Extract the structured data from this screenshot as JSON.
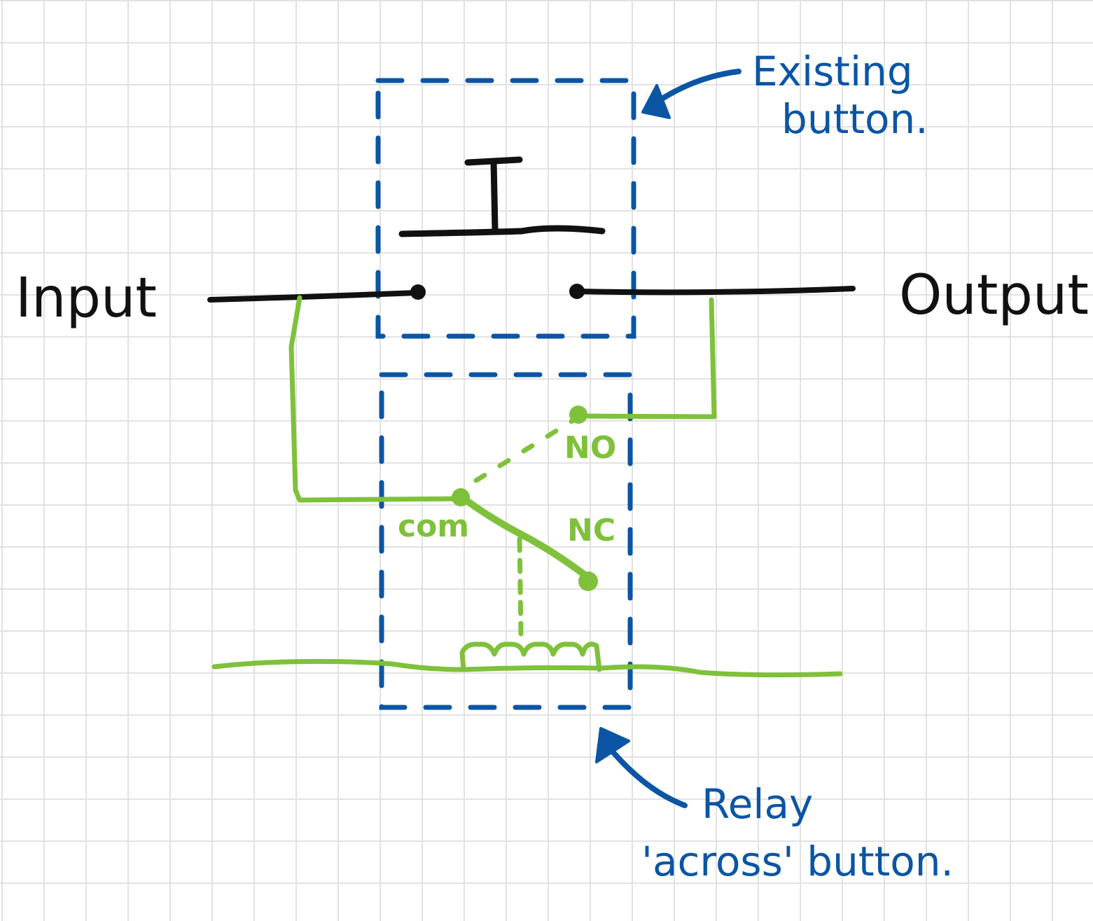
{
  "labels": {
    "input": "Input",
    "output": "Output",
    "existing_line1": "Existing",
    "existing_line2": "button.",
    "relay_line1": "Relay",
    "relay_line2": "'across' button.",
    "no": "NO",
    "nc": "NC",
    "com": "com"
  },
  "colors": {
    "background": "#ffffff",
    "grid": "#e2e2e2",
    "ink_black": "#111111",
    "ink_blue": "#0b55a4",
    "ink_green": "#7fc13b"
  }
}
